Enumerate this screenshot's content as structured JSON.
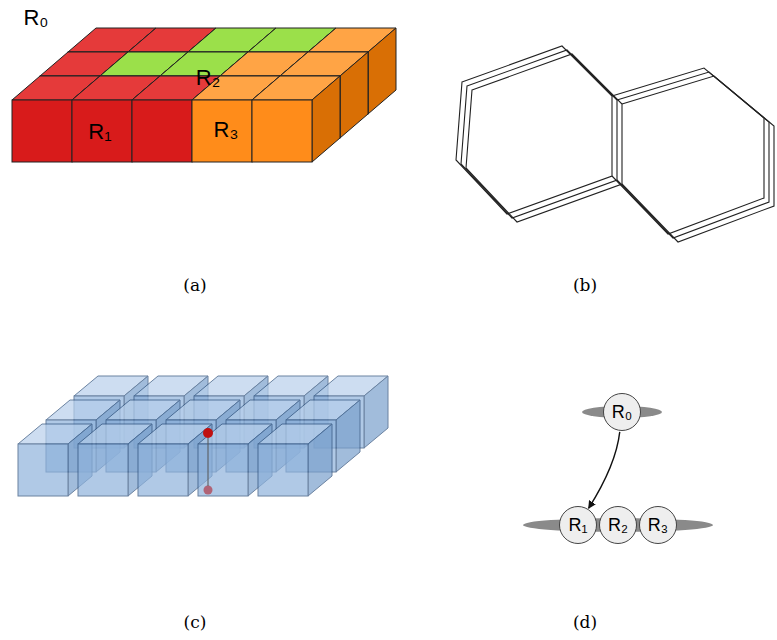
{
  "diagram": {
    "nodes": [
      {
        "text": [
          "R₀"
        ]
      },
      {
        "text": [
          "R₁"
        ]
      },
      {
        "text": [
          "R₂"
        ]
      },
      {
        "text": [
          "R₃"
        ]
      }
    ],
    "edges": [
      {
        "from": 0,
        "to": 1,
        "arrow": "to"
      }
    ],
    "labels": [
      "R₀",
      "R₁",
      "R₂",
      "R₃",
      "(a)",
      "(b)",
      "(c)",
      "(d)"
    ]
  }
}
